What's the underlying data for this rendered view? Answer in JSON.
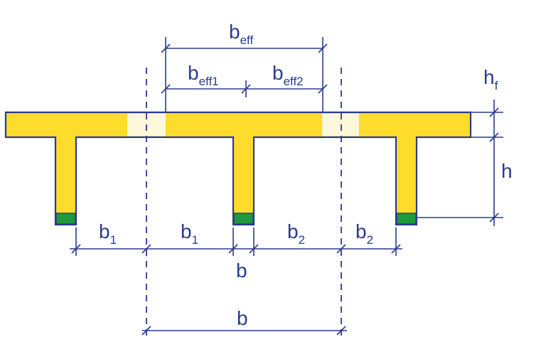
{
  "labels": {
    "b_eff_main": "b",
    "b_eff_main_sub": "eff",
    "b_eff1_main": "b",
    "b_eff1_sub": "eff1",
    "b_eff2_main": "b",
    "b_eff2_sub": "eff2",
    "h_f_main": "h",
    "h_f_sub": "f",
    "h": "h",
    "b1_left_main": "b",
    "b1_left_sub": "1",
    "b1_right_main": "b",
    "b1_right_sub": "1",
    "b2_left_main": "b",
    "b2_left_sub": "2",
    "b2_right_main": "b",
    "b2_right_sub": "2",
    "b_web": "b",
    "b_bottom": "b"
  },
  "colors": {
    "concrete": "#fddc2c",
    "ineffective_flange": "#fdf8d8",
    "reinforcement": "#1f9a3a",
    "lines": "#2b3a8f"
  }
}
